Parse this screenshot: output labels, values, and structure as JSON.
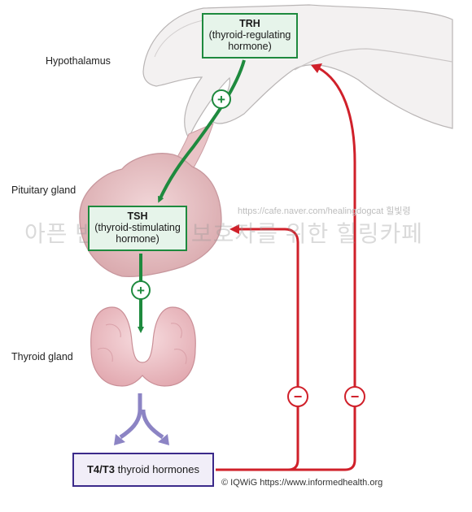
{
  "labels": {
    "hypothalamus": "Hypothalamus",
    "pituitary": "Pituitary gland",
    "thyroid": "Thyroid gland"
  },
  "trh": {
    "abbr": "TRH",
    "line1": "(thyroid-regulating",
    "line2": "hormone)"
  },
  "tsh": {
    "abbr": "TSH",
    "line1": "(thyroid-stimulating",
    "line2": "hormone)"
  },
  "t4t3": {
    "abbr": "T4/T3",
    "name": "thyroid hormones"
  },
  "signs": {
    "plus": "+",
    "minus": "−"
  },
  "credit": "© IQWiG  https://www.informedhealth.org",
  "watermark": {
    "url": "https://cafe.naver.com/healingdogcat 힐빛령",
    "text": "아픈 반려동물과 보호자를 위한 힐링카페"
  },
  "colors": {
    "stimulation": "#1e8a3e",
    "inhibition": "#d0202a",
    "hormone_release": "#8c84c4"
  }
}
